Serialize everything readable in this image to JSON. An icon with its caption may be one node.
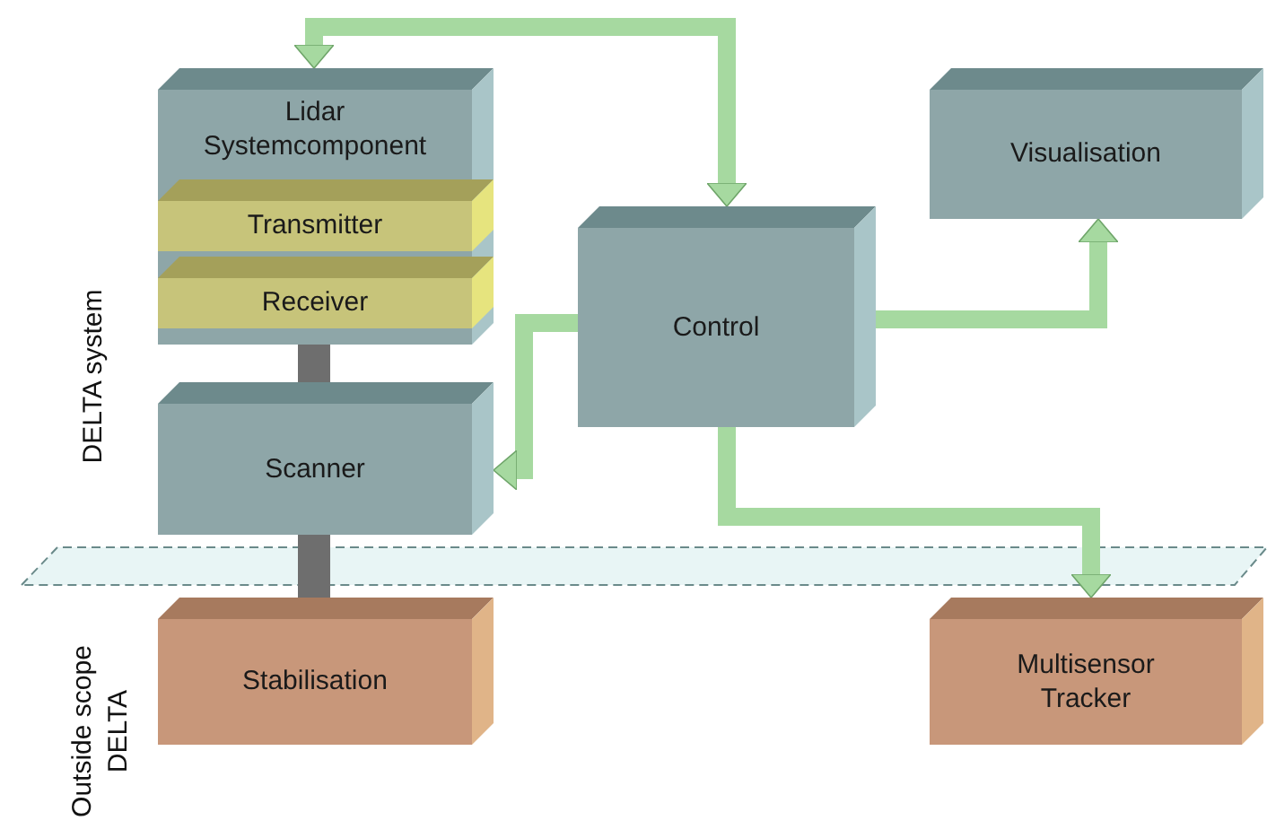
{
  "diagram": {
    "nodes": [
      {
        "text": [
          "Lidar Systemcomponent"
        ]
      },
      {
        "text": [
          "Transmitter"
        ],
        "in": 0
      },
      {
        "text": [
          "Receiver"
        ],
        "in": 0
      },
      {
        "text": [
          "Scanner"
        ]
      },
      {
        "text": [
          "Control"
        ]
      },
      {
        "text": [
          "Visualisation"
        ]
      },
      {
        "text": [
          "Stabilisation"
        ]
      },
      {
        "text": [
          "Multisensor Tracker"
        ]
      }
    ],
    "edges": [
      {
        "from": 0,
        "to": 4,
        "arrow": "both"
      },
      {
        "from": 4,
        "to": 3,
        "arrow": "to"
      },
      {
        "from": 4,
        "to": 5,
        "arrow": "to"
      },
      {
        "from": 4,
        "to": 7,
        "arrow": "to"
      },
      {
        "from": 0,
        "to": 3,
        "arrow": "none",
        "style": "thick",
        "color": "#6e6e6e"
      },
      {
        "from": 3,
        "to": 6,
        "arrow": "none",
        "style": "thick",
        "color": "#6e6e6e"
      }
    ],
    "labels": [
      "DELTA system",
      "Outside scope DELTA"
    ]
  }
}
